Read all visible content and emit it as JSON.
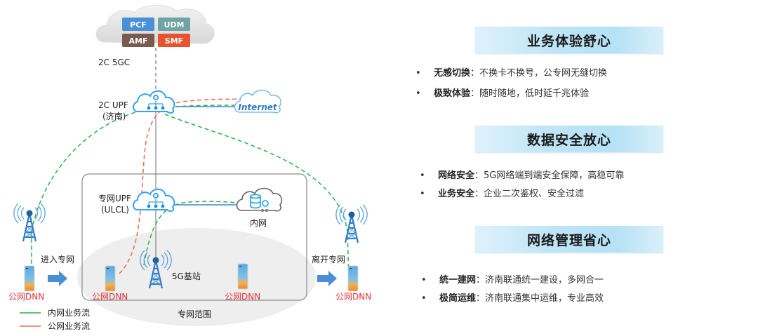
{
  "diagram": {
    "core_cloud": {
      "label": "2C 5GC",
      "network_functions": [
        {
          "name": "PCF",
          "color": "#4a90d9"
        },
        {
          "name": "UDM",
          "color": "#6fa3a6"
        },
        {
          "name": "AMF",
          "color": "#7a5a4e"
        },
        {
          "name": "SMF",
          "color": "#e8532f"
        }
      ]
    },
    "public_upf": {
      "label_line1": "2C UPF",
      "label_line2": "(济南)"
    },
    "internet": {
      "label": "Internet"
    },
    "private_upf": {
      "label_line1": "专网UPF",
      "label_line2": "(ULCL)"
    },
    "intranet": {
      "label": "内网"
    },
    "base_station": {
      "label": "5G基站"
    },
    "private_area": {
      "label": "专网范围"
    },
    "enter_label": "进入专网",
    "leave_label": "离开专网",
    "devices": [
      {
        "label": "公网DNN"
      },
      {
        "label": "公网DNN"
      },
      {
        "label": "公网DNN"
      },
      {
        "label": "公网DNN"
      }
    ],
    "legend": [
      {
        "label": "内网业务流",
        "color": "#2bb24c"
      },
      {
        "label": "公网业务流",
        "color": "#ec6a4f"
      }
    ]
  },
  "panel": {
    "sections": [
      {
        "title": "业务体验舒心",
        "bullets": [
          {
            "term": "无感切换",
            "desc": "：不换卡不换号，公专网无缝切换"
          },
          {
            "term": "极致体验",
            "desc": "：随时随地，低时延千兆体验"
          }
        ]
      },
      {
        "title": "数据安全放心",
        "bullets": [
          {
            "term": "网络安全",
            "desc": "：5G网络端到端安全保障，高稳可靠"
          },
          {
            "term": "业务安全",
            "desc": "：企业二次鉴权、安全过滤"
          }
        ]
      },
      {
        "title": "网络管理省心",
        "bullets": [
          {
            "term": "统一建网",
            "desc": "：济南联通统一建设，多网合一"
          },
          {
            "term": "极简运维",
            "desc": "：济南联通集中运维，专业高效"
          }
        ]
      }
    ],
    "bullet_char": "•"
  }
}
